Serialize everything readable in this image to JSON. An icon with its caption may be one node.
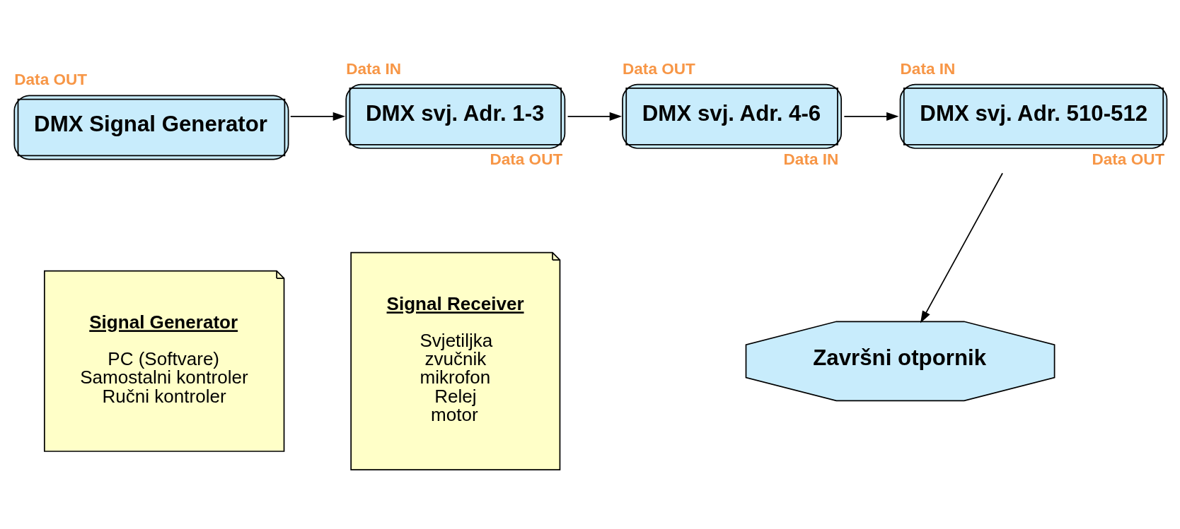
{
  "diagram": {
    "nodes": [
      {
        "text": [
          "DMX Signal Generator"
        ],
        "beside": [
          "Data OUT"
        ]
      },
      {
        "text": [
          "DMX svj. Adr. 1-3"
        ],
        "beside": [
          "Data IN",
          "Data OUT"
        ]
      },
      {
        "text": [
          "DMX svj. Adr. 4-6"
        ],
        "beside": [
          "Data OUT",
          "Data IN"
        ]
      },
      {
        "text": [
          "DMX svj. Adr. 510-512"
        ],
        "beside": [
          "Data IN",
          "Data OUT"
        ]
      },
      {
        "text": [
          "Završni otpornik"
        ]
      },
      {
        "text": [
          "Signal Generator",
          "PC (Softvare)",
          "Samostalni kontroler",
          "Ručni kontroler"
        ]
      },
      {
        "text": [
          "Signal Receiver",
          "Svjetiljka",
          "zvučnik",
          "mikrofon",
          "Relej",
          "motor"
        ]
      }
    ],
    "edges": [
      {
        "from": 0,
        "to": 1,
        "arrow": "to"
      },
      {
        "from": 1,
        "to": 2,
        "arrow": "to"
      },
      {
        "from": 2,
        "to": 3,
        "arrow": "to"
      },
      {
        "from": 3,
        "to": 4,
        "arrow": "to"
      }
    ]
  }
}
